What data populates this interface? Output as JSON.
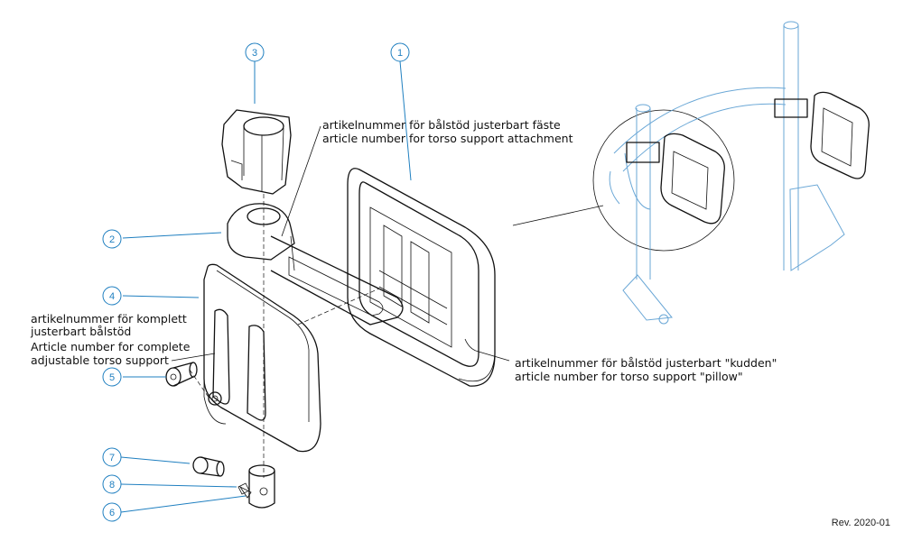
{
  "callouts": [
    "1",
    "2",
    "3",
    "4",
    "5",
    "6",
    "7",
    "8"
  ],
  "annotations": {
    "attachment_sv": "artikelnummer för bålstöd justerbart fäste",
    "attachment_en": "article number for torso support attachment",
    "complete_sv_1": "artikelnummer för komplett",
    "complete_sv_2": "justerbart bålstöd",
    "complete_en_1": "Article number for complete",
    "complete_en_2": "adjustable torso support",
    "pillow_sv": "artikelnummer för bålstöd justerbart \"kudden\"",
    "pillow_en": "article number for torso support \"pillow\""
  },
  "revision": "Rev. 2020-01",
  "colors": {
    "callout": "#1f7fc0",
    "line": "#111111",
    "ghost": "#6aa7d6"
  }
}
